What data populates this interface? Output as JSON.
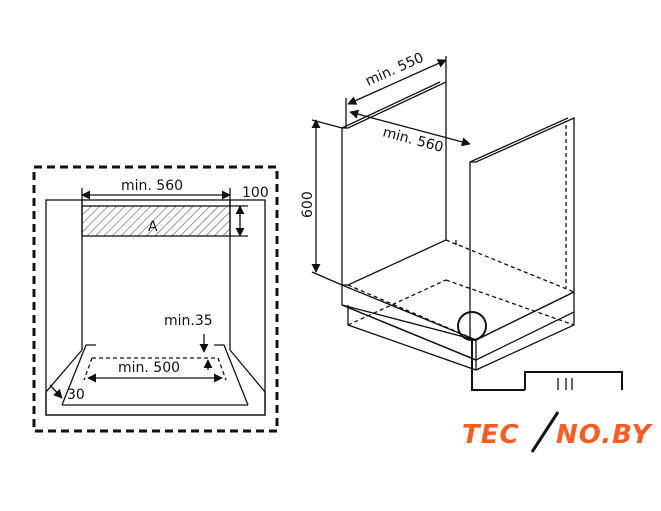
{
  "front_view": {
    "width_label": "min. 560",
    "height_label": "100",
    "zone_label": "A",
    "gap_label": "min.35",
    "base_label": "min. 500",
    "side_label": "30"
  },
  "iso_view": {
    "depth_label": "min. 550",
    "width_label": "min. 560",
    "height_label": "600"
  },
  "logo": {
    "part1": "TEC",
    "part2": "NO.BY",
    "colors": {
      "text": "#ff5a1f",
      "slash": "#111111"
    }
  }
}
